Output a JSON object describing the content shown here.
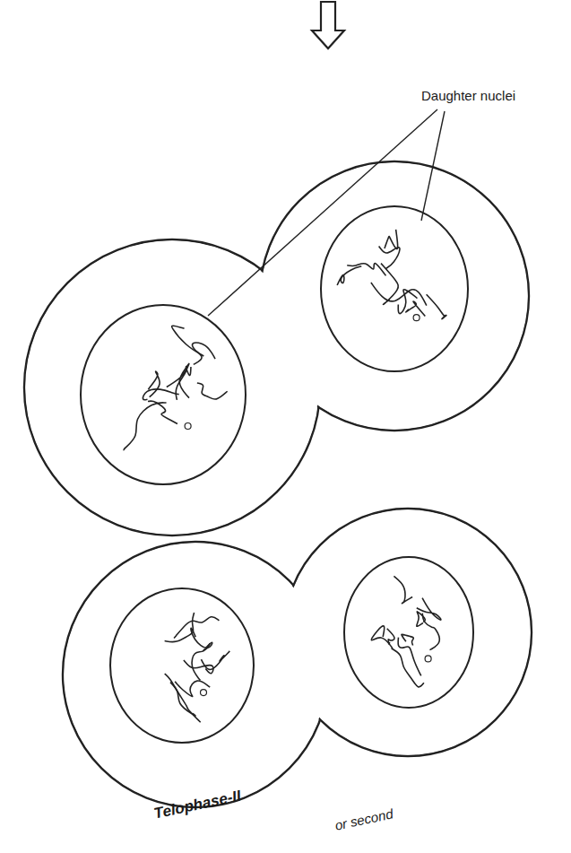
{
  "diagram": {
    "caption": "Telophase-II",
    "labels": [
      "Daughter nuclei",
      "or second"
    ]
  }
}
